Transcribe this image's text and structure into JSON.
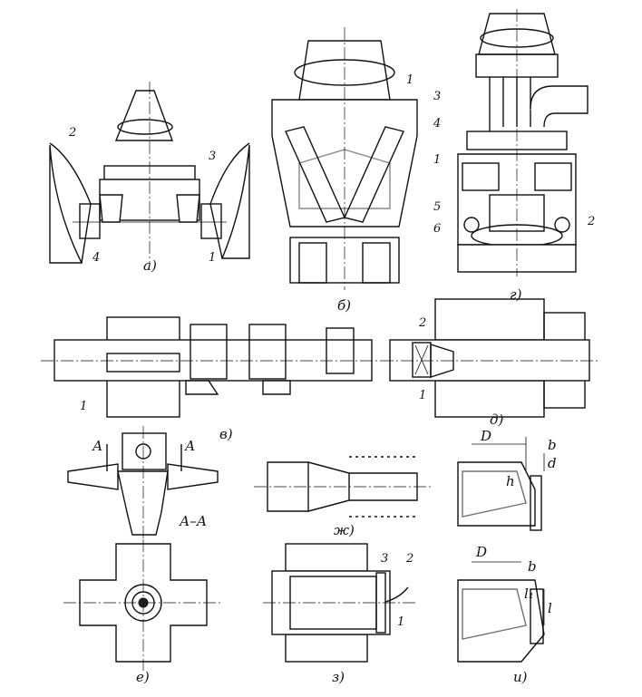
{
  "panels": {
    "a": {
      "caption": "а)",
      "labels": [
        "2",
        "3",
        "4",
        "1"
      ]
    },
    "b": {
      "caption": "б)",
      "labels": [
        "1"
      ]
    },
    "g": {
      "caption": "г)",
      "labels": [
        "3",
        "4",
        "1",
        "5",
        "6",
        "2"
      ]
    },
    "v": {
      "caption": "в)",
      "labels": [
        "1"
      ]
    },
    "d": {
      "caption": "д)",
      "labels": [
        "2",
        "1"
      ]
    },
    "e": {
      "caption": "е)",
      "section_marks": [
        "А",
        "А"
      ],
      "section_label": "А–А"
    },
    "zh": {
      "caption": "ж)"
    },
    "z": {
      "caption": "з)",
      "labels": [
        "3",
        "2",
        "1"
      ]
    },
    "i": {
      "caption": "и)",
      "dims_top": [
        "D",
        "b",
        "d",
        "h"
      ],
      "dims_bottom": [
        "D",
        "b",
        "l₁",
        "l"
      ]
    }
  }
}
